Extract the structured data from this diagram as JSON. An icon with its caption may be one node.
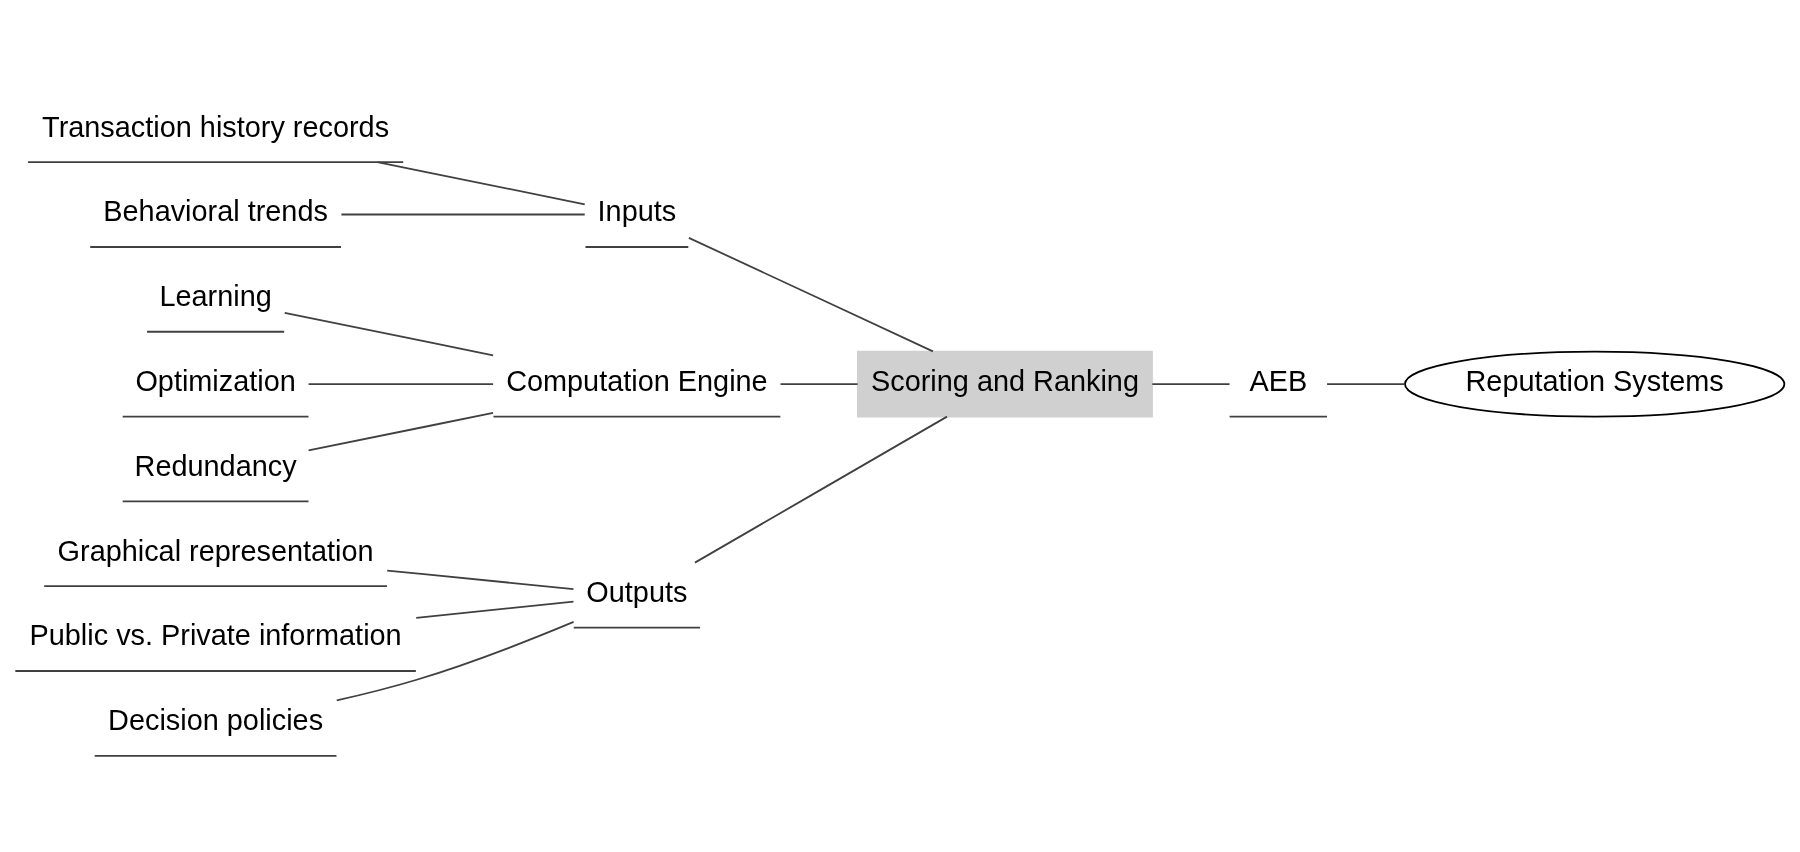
{
  "diagram": {
    "nodes": [
      {
        "text": [
          "Reputation Systems"
        ]
      },
      {
        "text": [
          "AEB"
        ]
      },
      {
        "text": [
          "Scoring and Ranking"
        ]
      },
      {
        "text": [
          "Inputs"
        ]
      },
      {
        "text": [
          "Transaction history records"
        ]
      },
      {
        "text": [
          "Behavioral trends"
        ]
      },
      {
        "text": [
          "Computation Engine"
        ]
      },
      {
        "text": [
          "Learning"
        ]
      },
      {
        "text": [
          "Optimization"
        ]
      },
      {
        "text": [
          "Redundancy"
        ]
      },
      {
        "text": [
          "Outputs"
        ]
      },
      {
        "text": [
          "Graphical representation"
        ]
      },
      {
        "text": [
          "Public vs. Private information"
        ]
      },
      {
        "text": [
          "Decision policies"
        ]
      }
    ],
    "edges": [
      {
        "from": 0,
        "to": 1,
        "arrow": "none"
      },
      {
        "from": 1,
        "to": 2,
        "arrow": "none"
      },
      {
        "from": 2,
        "to": 3,
        "arrow": "none"
      },
      {
        "from": 2,
        "to": 6,
        "arrow": "none"
      },
      {
        "from": 2,
        "to": 10,
        "arrow": "none"
      },
      {
        "from": 3,
        "to": 4,
        "arrow": "none"
      },
      {
        "from": 3,
        "to": 5,
        "arrow": "none"
      },
      {
        "from": 6,
        "to": 7,
        "arrow": "none"
      },
      {
        "from": 6,
        "to": 8,
        "arrow": "none"
      },
      {
        "from": 6,
        "to": 9,
        "arrow": "none"
      },
      {
        "from": 10,
        "to": 11,
        "arrow": "none"
      },
      {
        "from": 10,
        "to": 12,
        "arrow": "none"
      },
      {
        "from": 10,
        "to": 13,
        "arrow": "none"
      }
    ]
  }
}
